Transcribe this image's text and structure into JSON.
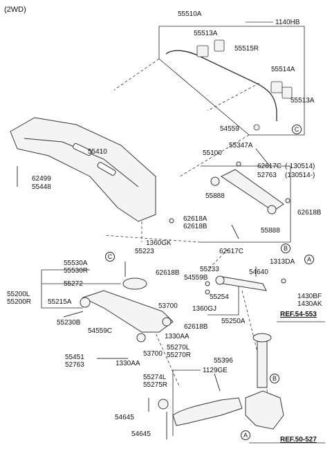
{
  "header": {
    "variant": "(2WD)"
  },
  "labels": {
    "p55510A": "55510A",
    "p1140HB": "1140HB",
    "p55513A_top": "55513A",
    "p55515R": "55515R",
    "p55514A": "55514A",
    "p55513A_right": "55513A",
    "p54559": "54559",
    "p55410": "55410",
    "p55100": "55100",
    "p55347A": "55347A",
    "p62617C_top": "62617C",
    "p62617C_range": "(-130514)",
    "p52763_top": "52763",
    "p52763_range": "(130514-)",
    "p62499": "62499",
    "p55448": "55448",
    "p55888_top": "55888",
    "p62618B_right": "62618B",
    "p62618A": "62618A",
    "p62618B_mid": "62618B",
    "p55888_bottom": "55888",
    "p62617C_bottom": "62617C",
    "p1360GK": "1360GK",
    "p55223": "55223",
    "p55530A": "55530A",
    "p55530R": "55530R",
    "p62618B_left": "62618B",
    "p54640": "54640",
    "p1313DA": "1313DA",
    "p55233": "55233",
    "p54559B": "54559B",
    "p55272": "55272",
    "p55200L": "55200L",
    "p55200R": "55200R",
    "p55215A": "55215A",
    "p55254": "55254",
    "p1430BF": "1430BF",
    "p1430AK": "1430AK",
    "p1360GJ": "1360GJ",
    "p53700_top": "53700",
    "p55230B": "55230B",
    "p62618B_low": "62618B",
    "p55250A": "55250A",
    "p54559C": "54559C",
    "p1330AA_right": "1330AA",
    "p53700_bottom": "53700",
    "p55451": "55451",
    "p52763_bottom": "52763",
    "p1330AA_bottom": "1330AA",
    "p55270L": "55270L",
    "p55270R": "55270R",
    "p55396": "55396",
    "p1129GE": "1129GE",
    "p55274L": "55274L",
    "p55275R": "55275R",
    "p54645_top": "54645",
    "p54645_bottom": "54645"
  },
  "callouts": {
    "c_top": "C",
    "c_left": "C",
    "b_bar": "B",
    "a_mid": "A",
    "b_knuckle": "B",
    "a_bottom": "A"
  },
  "refs": {
    "ref_top": "REF.54-553",
    "ref_bottom": "REF.50-527"
  }
}
